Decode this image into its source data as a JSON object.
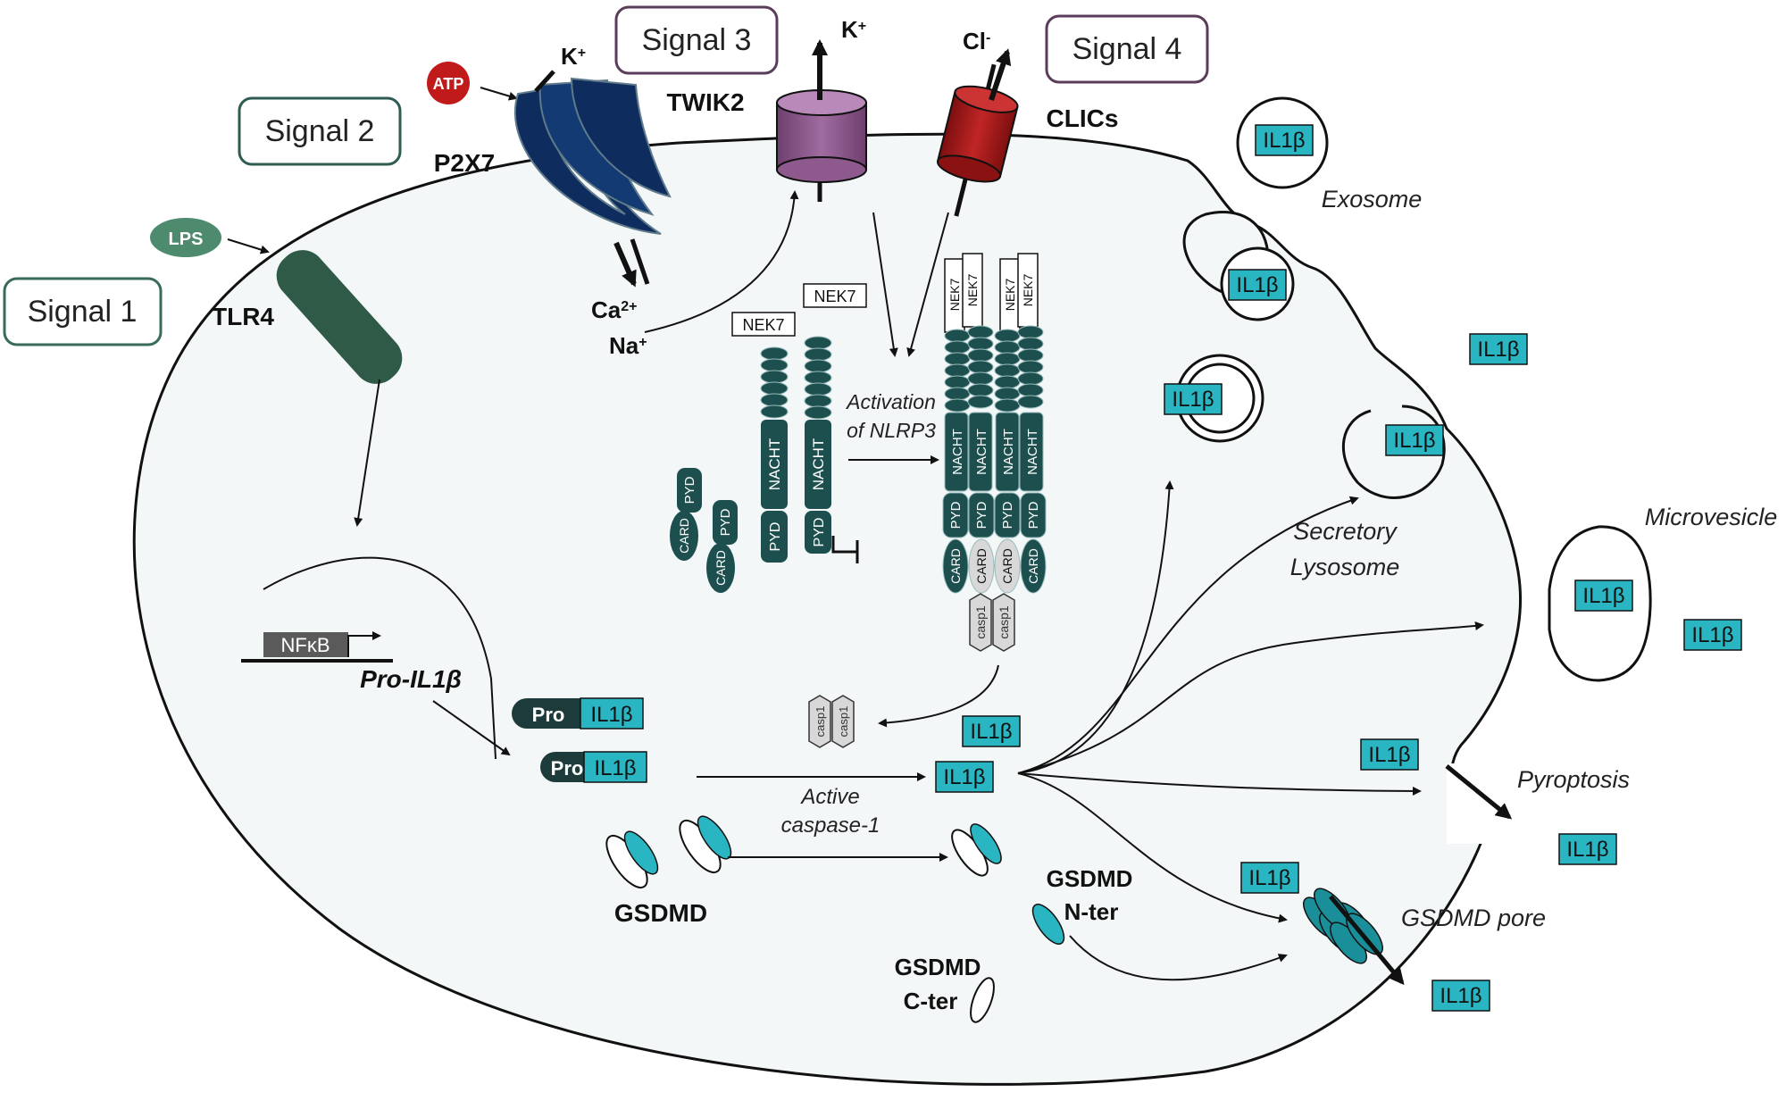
{
  "signals": {
    "signal1": "Signal 1",
    "signal2": "Signal 2",
    "signal3": "Signal 3",
    "signal4": "Signal 4"
  },
  "receptors": {
    "lps": "LPS",
    "tlr4": "TLR4",
    "atp": "ATP",
    "p2x7": "P2X7",
    "twik2": "TWIK2",
    "clics": "CLICs"
  },
  "ions": {
    "k_base": "K",
    "k_sup": "+",
    "cl_base": "Cl",
    "cl_sup": "-",
    "ca_base": "Ca",
    "ca_sup": "2+",
    "na_base": "Na",
    "na_sup": "+"
  },
  "domains": {
    "nek7": "NEK7",
    "nacht": "NACHT",
    "pyd": "PYD",
    "card": "CARD",
    "casp1": "casp1"
  },
  "labels": {
    "activation_line1": "Activation",
    "activation_line2": "of NLRP3",
    "nfkb": "NFκB",
    "pro_il1b": "Pro-IL1β",
    "pro": "Pro",
    "il1b": "IL1β",
    "active_line1": "Active",
    "active_line2": "caspase-1",
    "gsdmd": "GSDMD",
    "gsdmd_nter_1": "GSDMD",
    "gsdmd_nter_2": "N-ter",
    "gsdmd_cter_1": "GSDMD",
    "gsdmd_cter_2": "C-ter",
    "exosome": "Exosome",
    "secretory_1": "Secretory",
    "secretory_2": "Lysosome",
    "microvesicle": "Microvesicle",
    "pyroptosis": "Pyroptosis",
    "gsdmd_pore": "GSDMD pore"
  },
  "colors": {
    "signal_border_1": "#3a6b5a",
    "signal_border_2": "#2e5b52",
    "signal_border_3": "#5a3d5a",
    "signal_border_4": "#5a3d5a",
    "cell_fill": "#f4f7f8",
    "tlr4": "#2f5a48",
    "lps": "#4e8a6e",
    "atp": "#c01a1a",
    "p2x7": "#0f2c5e",
    "twik2": "#8e5a8e",
    "clics": "#a31818",
    "nlrp3": "#1d4f4f",
    "il1b": "#29b6c2",
    "nfkb": "#5a5a5a"
  }
}
